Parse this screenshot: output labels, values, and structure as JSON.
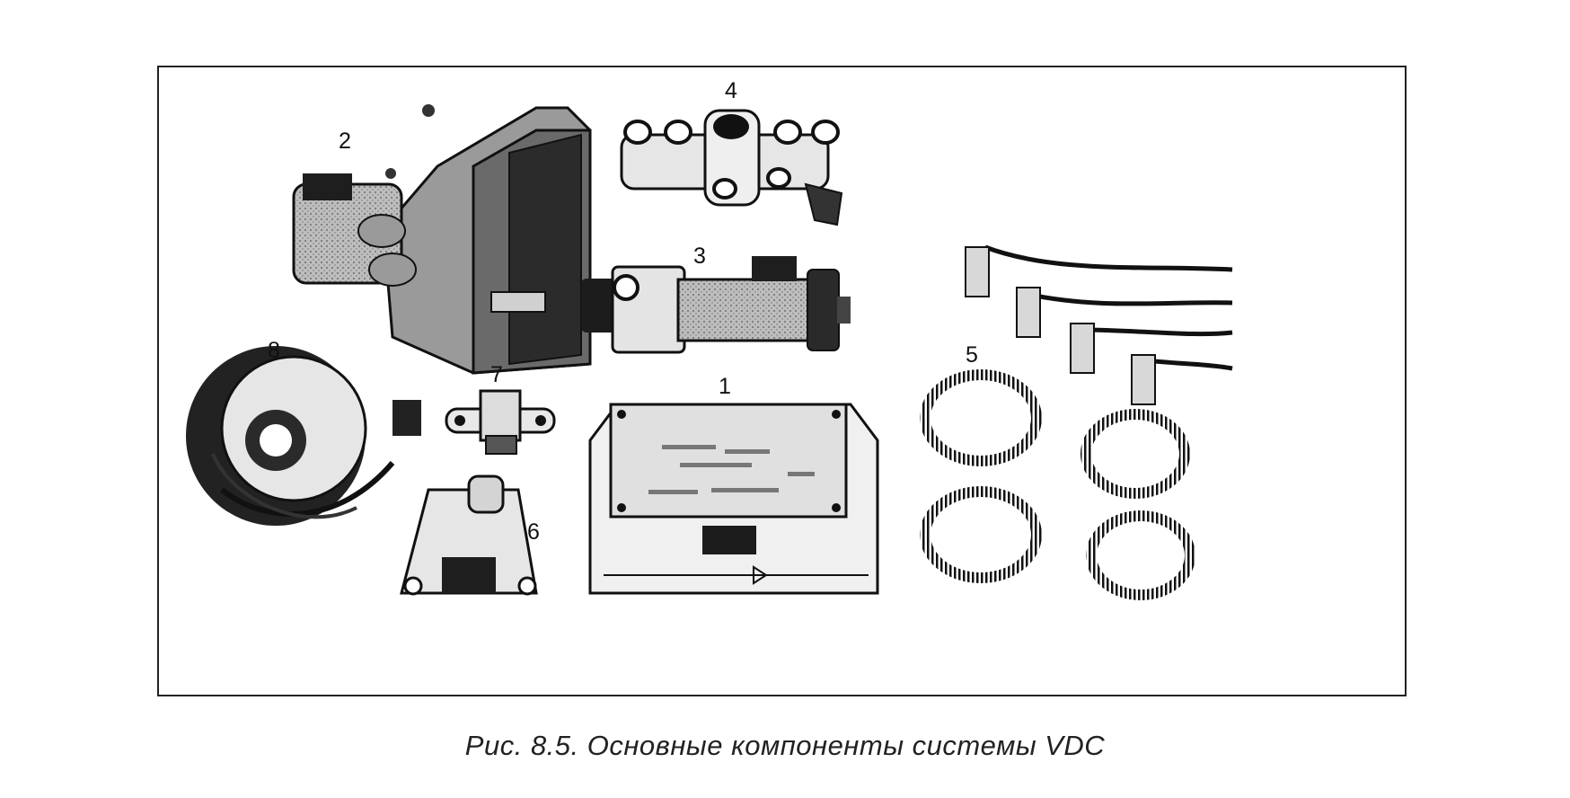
{
  "figure": {
    "caption": "Рис. 8.5. Основные компоненты системы VDC",
    "callouts": [
      "1",
      "2",
      "3",
      "4",
      "5",
      "6",
      "7",
      "8"
    ],
    "colors": {
      "ink": "#1a1a1a",
      "paper": "#ffffff",
      "shade": "#8a8a8a"
    }
  }
}
